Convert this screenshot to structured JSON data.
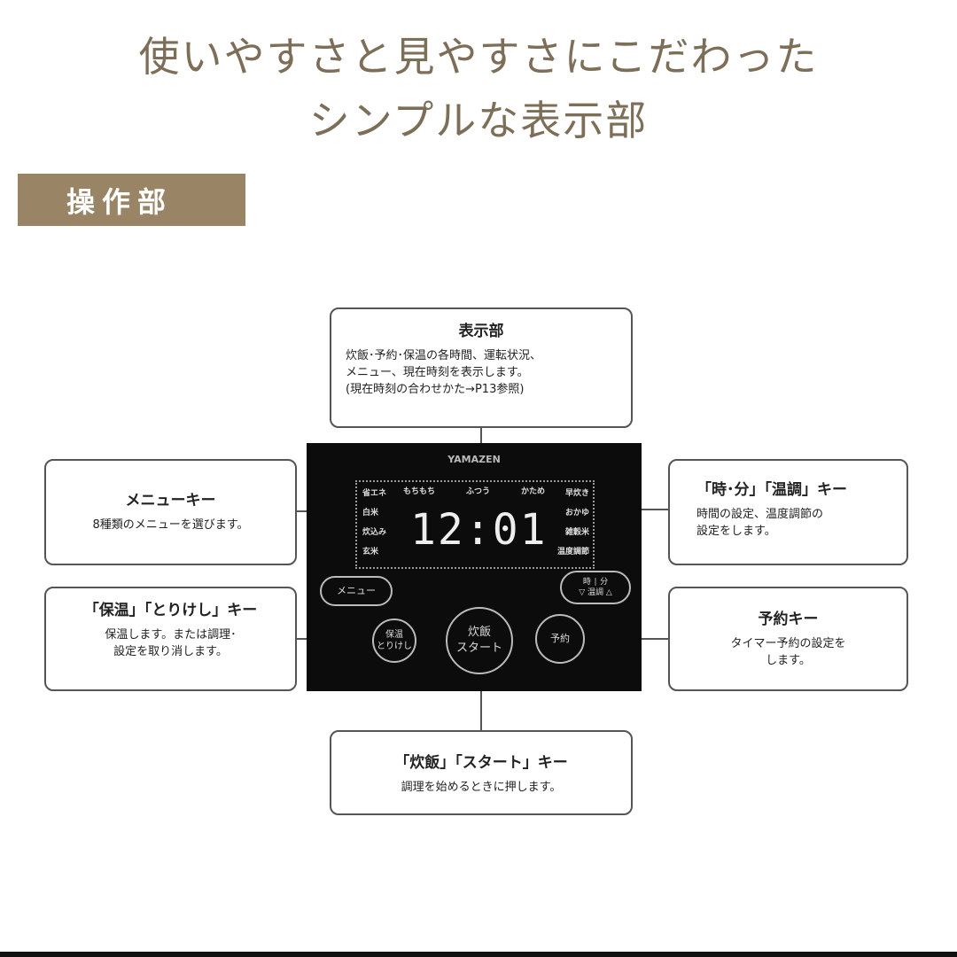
{
  "header": {
    "title_line1": "使いやすさと見やすさにこだわった",
    "title_line2": "シンプルな表示部",
    "section_tag": "操作部"
  },
  "panel": {
    "brand": "YAMAZEN",
    "clock": "12:01",
    "left_modes": [
      "省エネ",
      "白米",
      "炊込み",
      "玄米"
    ],
    "top_modes": [
      "もちもち",
      "ふつう",
      "かため"
    ],
    "right_modes": [
      "早炊き",
      "おかゆ",
      "雑穀米",
      "温度調節"
    ],
    "buttons": {
      "menu": "メニュー",
      "keep_warm": "保温\nとりけし",
      "start": "炊飯\nスタート",
      "timer": "予約",
      "time_adjust": "時 ∣ 分\n▽ 温調 △"
    }
  },
  "callouts": {
    "display": {
      "title": "表示部",
      "body": "炊飯･予約･保温の各時間、運転状況、\nメニュー、現在時刻を表示します。\n(現在時刻の合わせかた→P13参照)"
    },
    "menu": {
      "title": "メニューキー",
      "body": "8種類のメニューを選びます。"
    },
    "keep_warm": {
      "title": "「保温」「とりけし」キー",
      "body": "保温します。または調理･\n設定を取り消します。"
    },
    "time": {
      "title": "「時･分」「温調」キー",
      "body": "時間の設定、温度調節の\n設定をします。"
    },
    "timer": {
      "title": "予約キー",
      "body": "タイマー予約の設定を\nします。"
    },
    "start": {
      "title": "「炊飯」「スタート」キー",
      "body": "調理を始めるときに押します。"
    }
  },
  "colors": {
    "title": "#7d6e58",
    "tag": "#9a8466",
    "panel": "#0c0c0c"
  }
}
